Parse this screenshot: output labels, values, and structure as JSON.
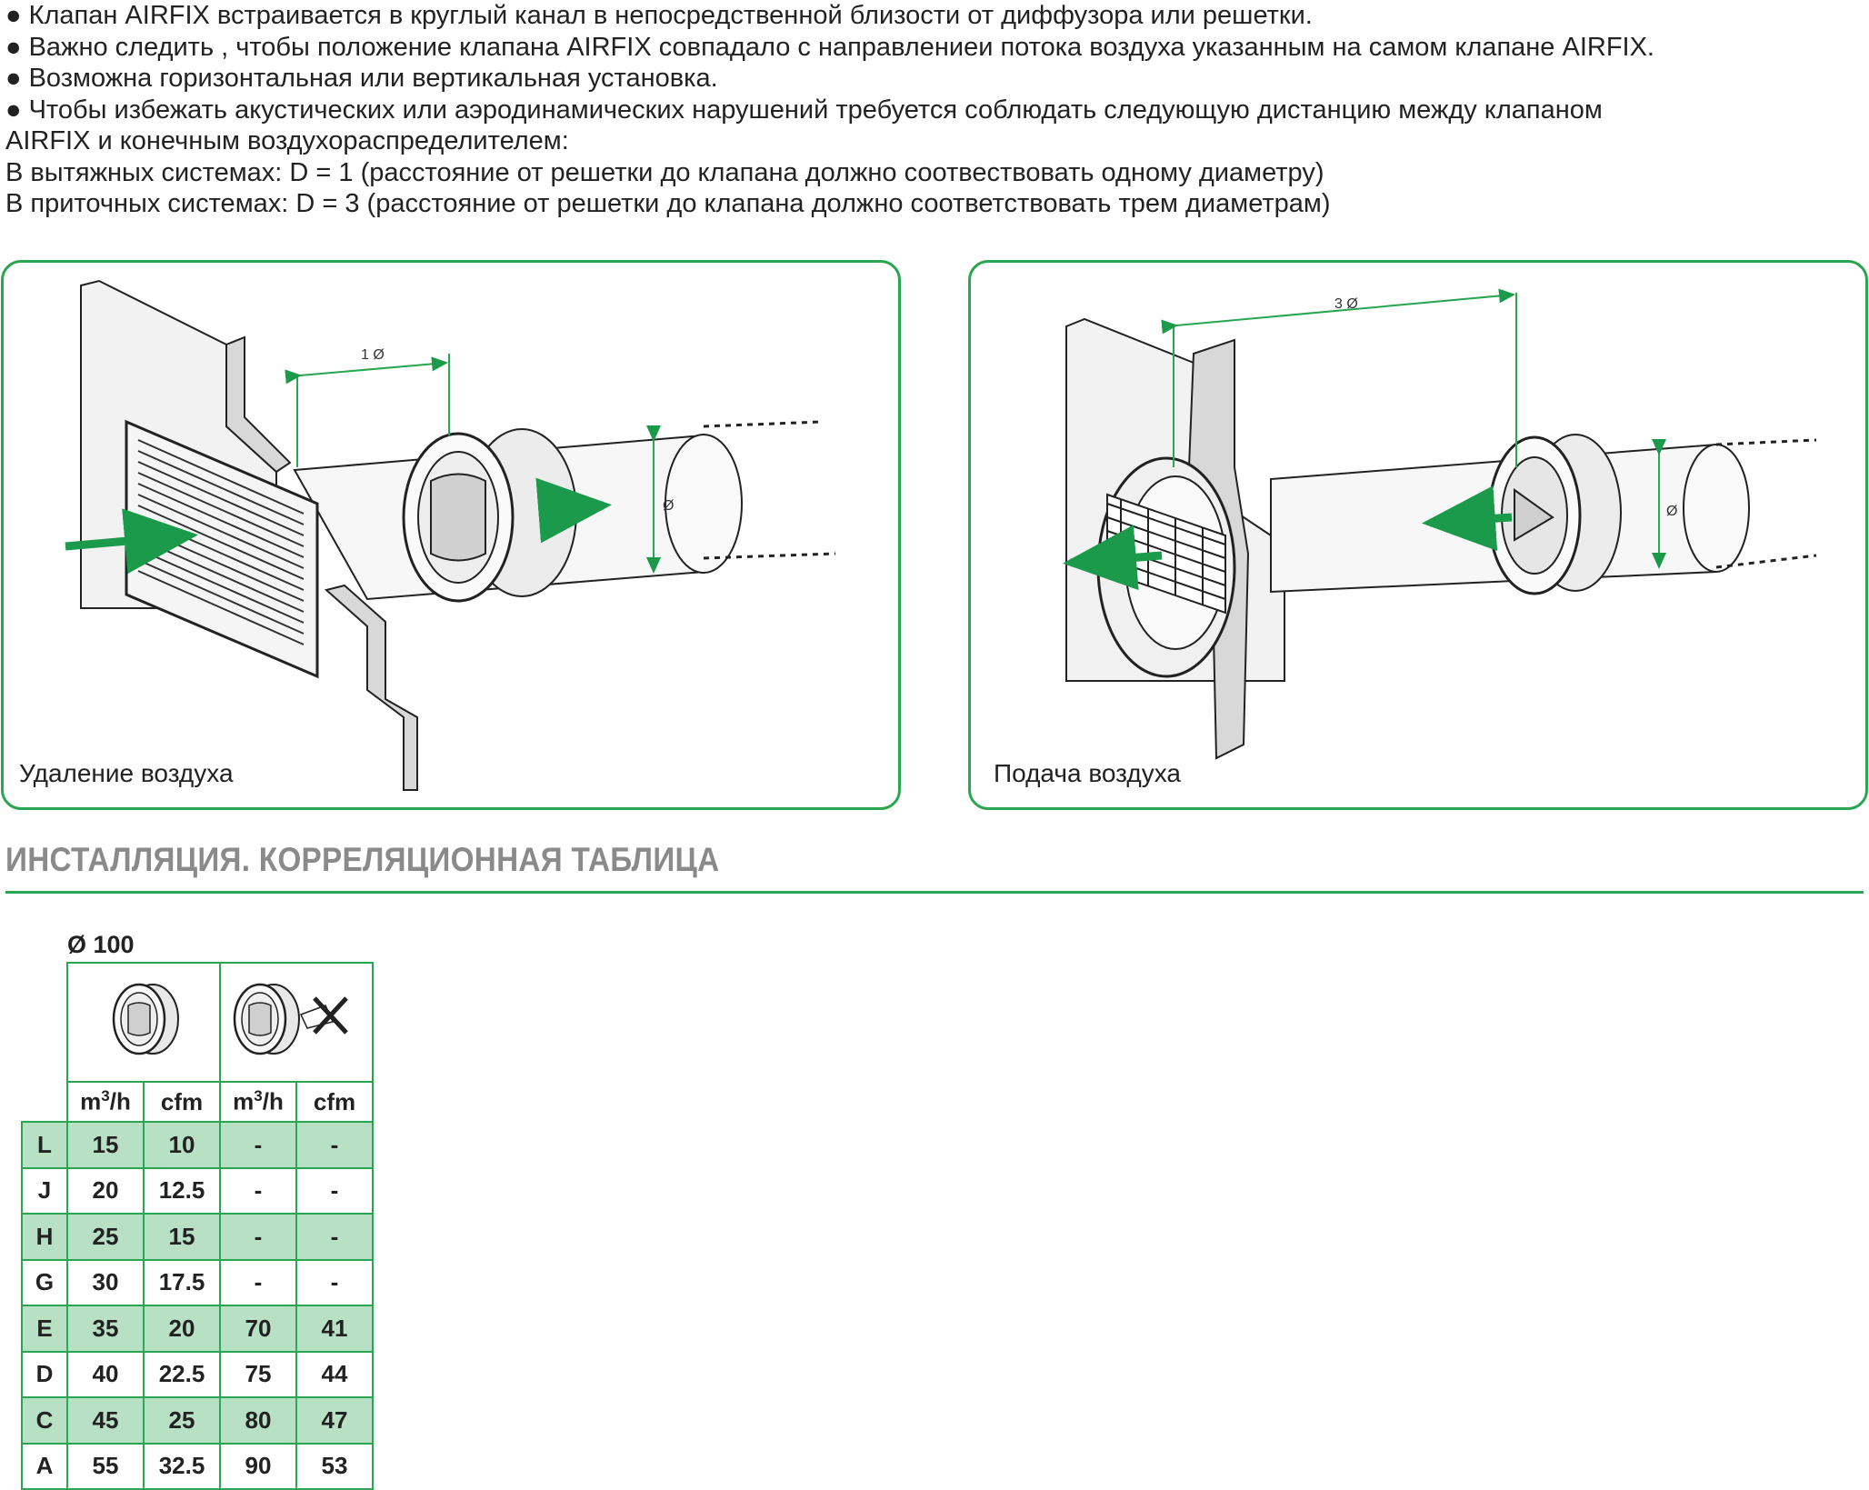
{
  "bullets": [
    "● Клапан AIRFIX встраивается в круглый канал в непосредственной близости от диффузора или решетки.",
    "● Важно следить , чтобы положение клапана AIRFIX совпадало с направлениеи потока воздуха указанным на самом клапане AIRFIX.",
    "● Возможна горизонтальная или вертикальная установка.",
    "● Чтобы избежать акустических или аэродинамических нарушений требуется соблюдать следующую дистанцию между клапаном",
    "AIRFIX и конечным воздухораспределителем:",
    "В вытяжных системах: D = 1 (расстояние от решетки до клапана должно соотвествовать одному диаметру)",
    "В приточных системах: D = 3 (расстояние от решетки до клапана должно соответствовать трем диаметрам)"
  ],
  "diagrams": {
    "exhaust": {
      "caption": "Удаление воздуха",
      "distance_label": "1 Ø",
      "diameter_label": "Ø"
    },
    "supply": {
      "caption": "Подача воздуха",
      "distance_label": "3 Ø",
      "diameter_label": "Ø"
    }
  },
  "section": {
    "title": "ИНСТАЛЛЯЦИЯ. КОРРЕЛЯЦИОННАЯ ТАБЛИЦА"
  },
  "table": {
    "diameter_label": "Ø 100",
    "units": {
      "m3h_base": "m",
      "m3h_exp": "3",
      "m3h_tail": "/h",
      "cfm": "cfm"
    },
    "rows": [
      {
        "letter": "L",
        "a_m3h": "15",
        "a_cfm": "10",
        "b_m3h": "-",
        "b_cfm": "-"
      },
      {
        "letter": "J",
        "a_m3h": "20",
        "a_cfm": "12.5",
        "b_m3h": "-",
        "b_cfm": "-"
      },
      {
        "letter": "H",
        "a_m3h": "25",
        "a_cfm": "15",
        "b_m3h": "-",
        "b_cfm": "-"
      },
      {
        "letter": "G",
        "a_m3h": "30",
        "a_cfm": "17.5",
        "b_m3h": "-",
        "b_cfm": "-"
      },
      {
        "letter": "E",
        "a_m3h": "35",
        "a_cfm": "20",
        "b_m3h": "70",
        "b_cfm": "41"
      },
      {
        "letter": "D",
        "a_m3h": "40",
        "a_cfm": "22.5",
        "b_m3h": "75",
        "b_cfm": "44"
      },
      {
        "letter": "C",
        "a_m3h": "45",
        "a_cfm": "25",
        "b_m3h": "80",
        "b_cfm": "47"
      },
      {
        "letter": "A",
        "a_m3h": "55",
        "a_cfm": "32.5",
        "b_m3h": "90",
        "b_cfm": "53"
      }
    ]
  },
  "colors": {
    "accent_green": "#2aa652",
    "row_shade": "#b8e0c4",
    "arrow_green": "#1a9a4a"
  },
  "icons": [
    "airfix-valve-icon",
    "airfix-valve-no-insect-screen-icon",
    "flow-arrow-icon"
  ]
}
